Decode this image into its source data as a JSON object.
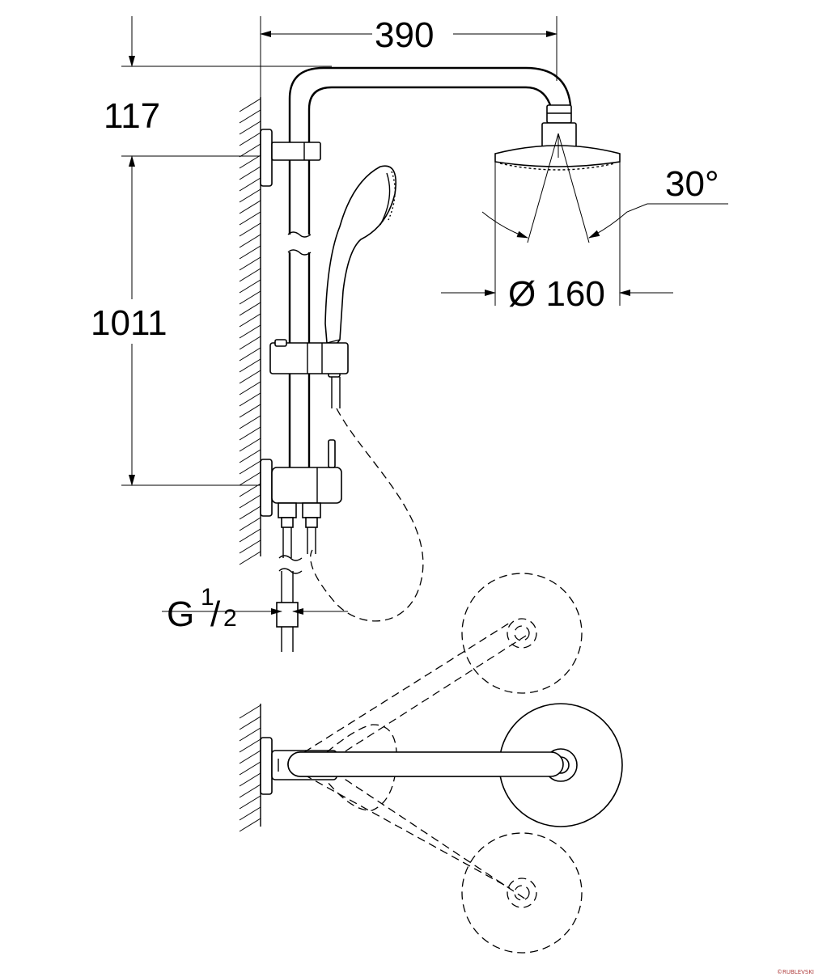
{
  "dimensions": {
    "width_390": "390",
    "height_117": "117",
    "height_1011": "1011",
    "spray_angle": "30°",
    "head_diameter": "Ø 160",
    "connection_letter": "G",
    "connection_numerator": "1",
    "connection_denominator": "2"
  },
  "watermark": "©RUBLEVSKIY"
}
